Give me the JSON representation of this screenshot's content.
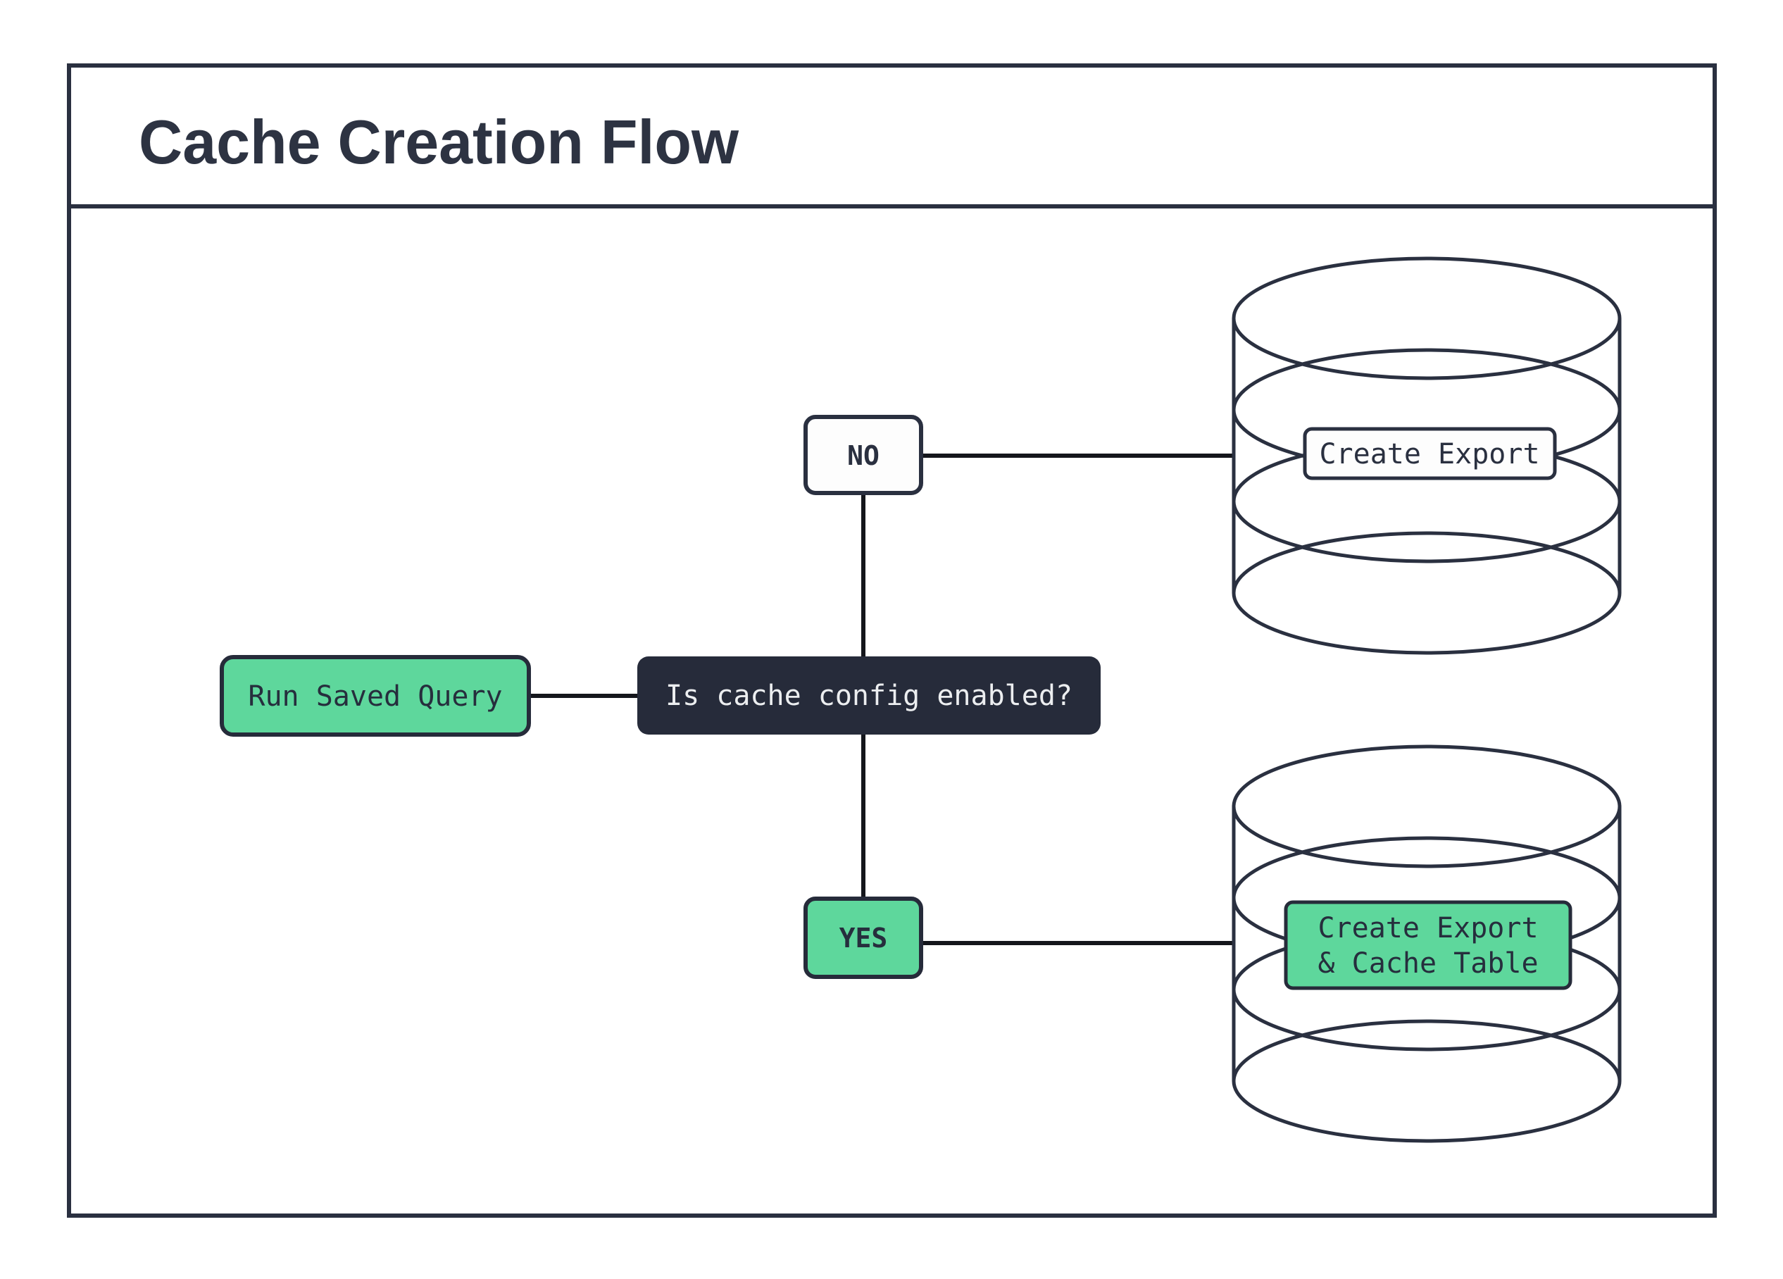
{
  "title": "Cache Creation Flow",
  "nodes": {
    "start": {
      "label": "Run Saved Query"
    },
    "decision": {
      "label": "Is cache config enabled?"
    },
    "no_branch": {
      "label": "NO"
    },
    "yes_branch": {
      "label": "YES"
    },
    "no_result": {
      "label": "Create Export"
    },
    "yes_result": {
      "line1": "Create Export",
      "line2": "& Cache Table"
    }
  },
  "icons": {
    "no_target": "database-cylinder",
    "yes_target": "database-cylinder"
  },
  "colors": {
    "ink": "#2a3040",
    "title_ink": "#2d3342",
    "connector": "#14161c",
    "green": "#5ed79c",
    "dark_fill": "#262b3a",
    "light_text": "#eceef0",
    "white_fill": "#fdfdfd",
    "background": "#ffffff"
  }
}
